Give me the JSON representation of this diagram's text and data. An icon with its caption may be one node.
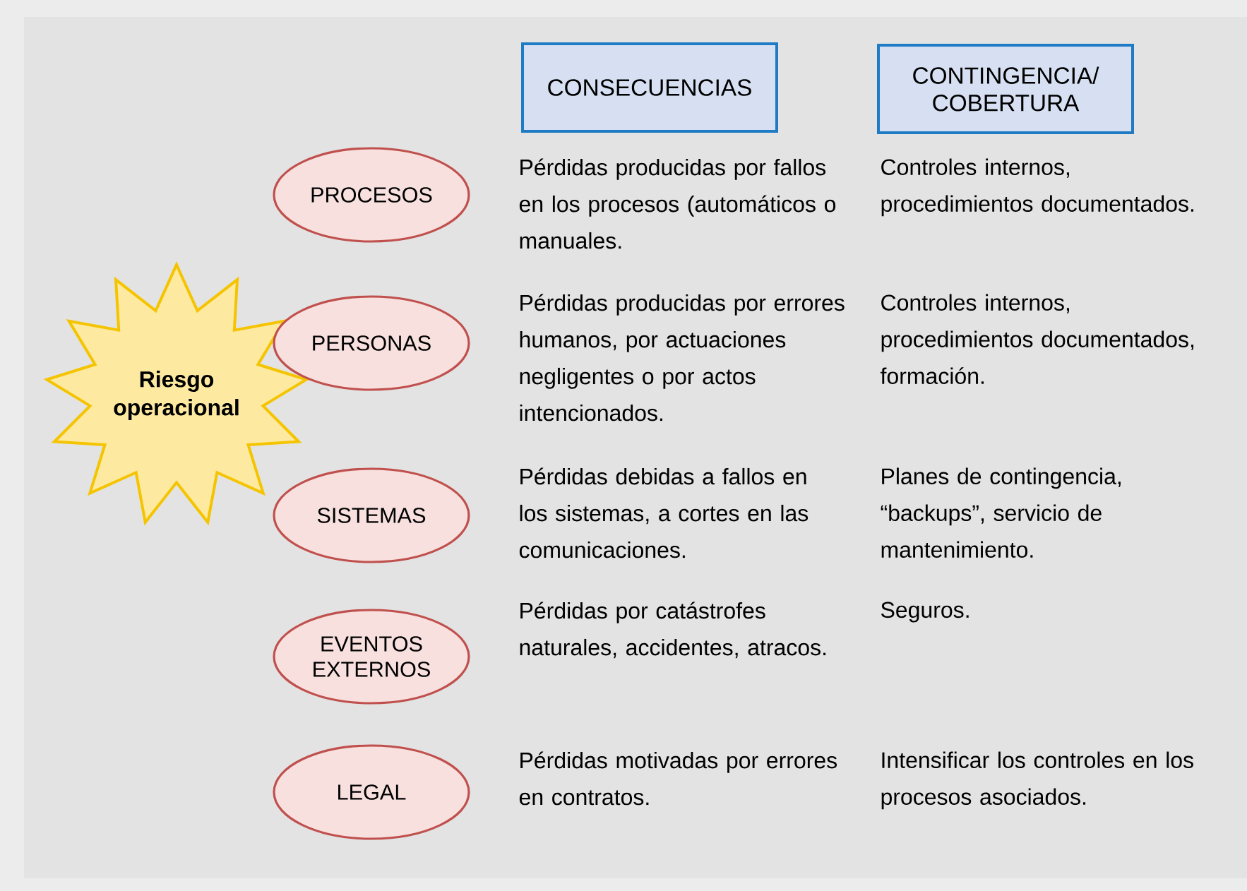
{
  "diagram": {
    "nodes": [
      {
        "text": [
          "Riesgo operacional"
        ]
      },
      {
        "text": [
          "CONSECUENCIAS"
        ]
      },
      {
        "text": [
          "CONTINGENCIA/ COBERTURA"
        ]
      },
      {
        "text": [
          "PROCESOS"
        ]
      },
      {
        "text": [
          "PERSONAS"
        ]
      },
      {
        "text": [
          "SISTEMAS"
        ]
      },
      {
        "text": [
          "EVENTOS EXTERNOS"
        ]
      },
      {
        "text": [
          "LEGAL"
        ]
      }
    ],
    "labels": [
      "Pérdidas producidas por fallos en los procesos (automáticos o manuales.",
      "Controles internos, procedimientos documentados.",
      "Pérdidas producidas por errores humanos, por actuaciones negligentes o por actos intencionados.",
      "Controles internos, procedimientos documentados, formación.",
      "Pérdidas debidas a fallos en los sistemas, a cortes en las comunicaciones.",
      "Planes de contingencia, “backups”, servicio de mantenimiento.",
      "Pérdidas por catástrofes naturales, accidentes, atracos.",
      "Seguros.",
      "Pérdidas motivadas por errores en contratos.",
      "Intensificar los controles en los procesos asociados."
    ]
  }
}
